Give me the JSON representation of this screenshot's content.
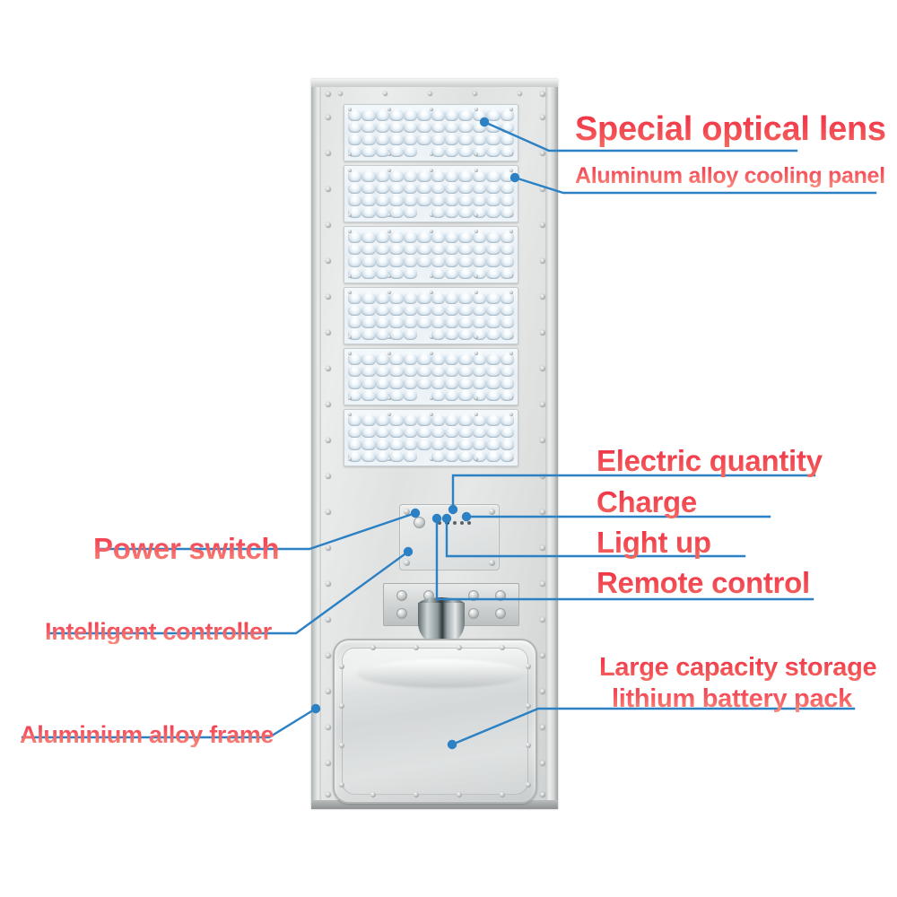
{
  "image": {
    "subject": "All-in-one solar LED street light, front view",
    "background_color": "#ffffff",
    "label_color": "#f4495a",
    "leader_color": "#2b81c4"
  },
  "annotations": [
    {
      "id": "special-optical-lens",
      "label": "Special optical lens"
    },
    {
      "id": "aluminum-alloy-cooling-panel",
      "label": "Aluminum alloy cooling panel"
    },
    {
      "id": "electric-quantity",
      "label": "Electric quantity"
    },
    {
      "id": "charge",
      "label": "Charge"
    },
    {
      "id": "light-up",
      "label": "Light up"
    },
    {
      "id": "remote-control",
      "label": "Remote control"
    },
    {
      "id": "power-switch",
      "label": "Power switch"
    },
    {
      "id": "intelligent-controller",
      "label": "Intelligent controller"
    },
    {
      "id": "aluminium-alloy-frame",
      "label": "Aluminium alloy frame"
    },
    {
      "id": "large-capacity-storage",
      "label": "Large capacity storage"
    },
    {
      "id": "lithium-battery-pack",
      "label": "lithium battery pack"
    }
  ],
  "product": {
    "led_modules": 6,
    "lens_columns": 12,
    "lens_rows": 4,
    "indicator_lights": 5
  }
}
